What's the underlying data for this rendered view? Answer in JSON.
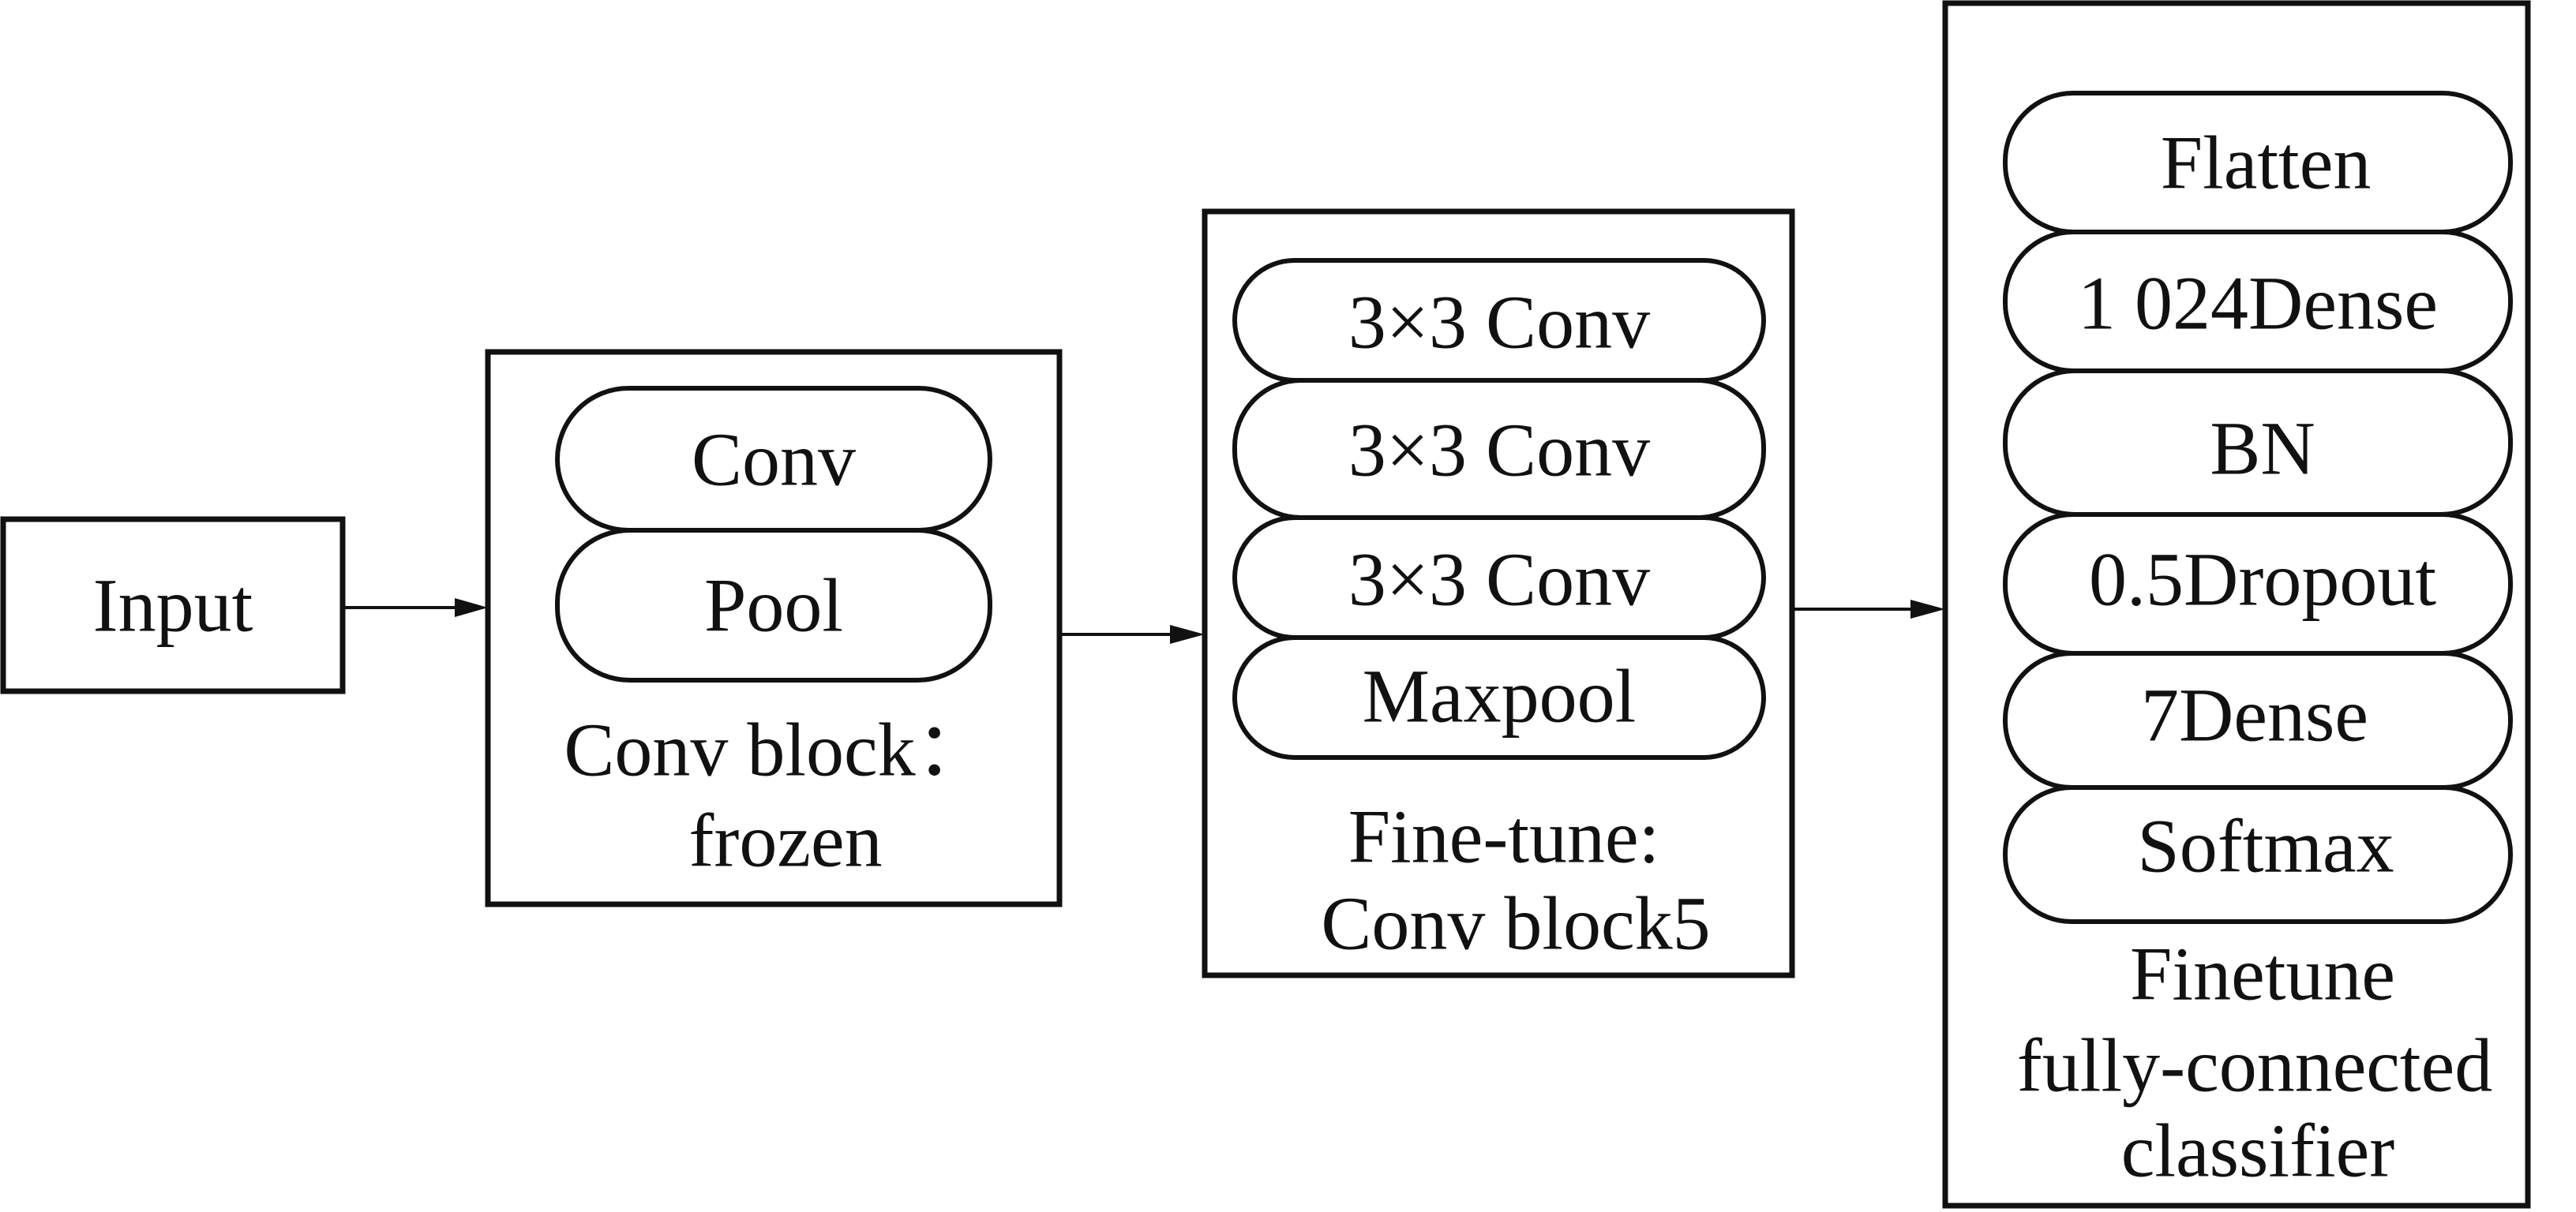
{
  "input": {
    "label": "Input"
  },
  "conv_block": {
    "layers": [
      "Conv",
      "Pool"
    ],
    "caption": [
      "Conv block：",
      "frozen"
    ]
  },
  "fine_tune_block": {
    "layers": [
      "3×3 Conv",
      "3×3 Conv",
      "3×3 Conv",
      "Maxpool"
    ],
    "caption": [
      "Fine-tune:",
      "Conv block5"
    ]
  },
  "classifier_block": {
    "layers": [
      "Flatten",
      "1 024Dense",
      "BN",
      "0.5Dropout",
      "7Dense",
      "Softmax"
    ],
    "caption": [
      "Finetune",
      "fully-connected",
      "classifier"
    ]
  }
}
